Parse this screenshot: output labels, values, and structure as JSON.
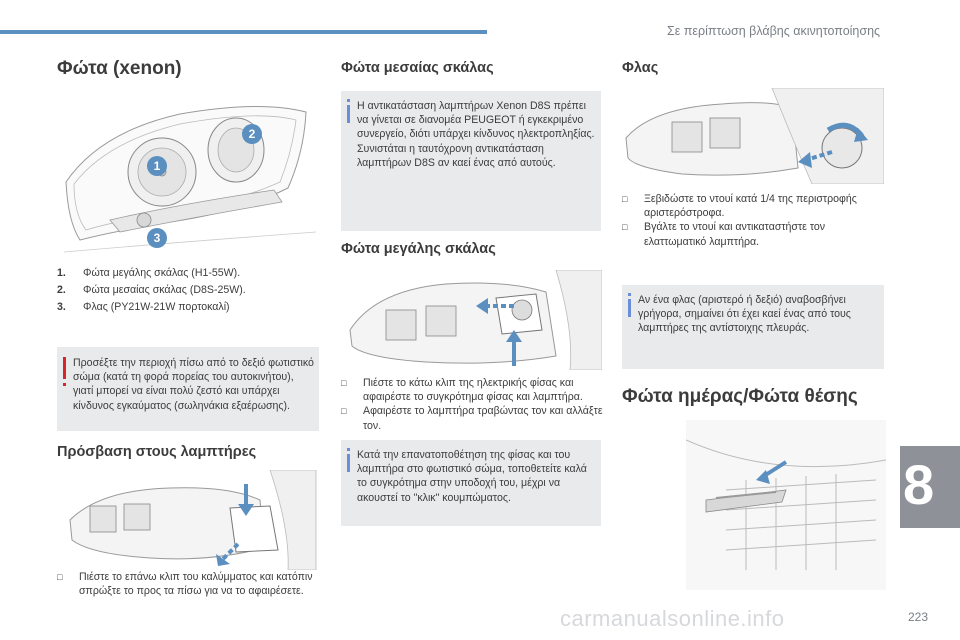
{
  "header": {
    "title": "Σε περίπτωση βλάβης ακινητοποίησης"
  },
  "col1": {
    "title": "Φώτα (xenon)",
    "list": [
      {
        "num": "1.",
        "text": "Φώτα μεγάλης σκάλας (H1-55W)."
      },
      {
        "num": "2.",
        "text": "Φώτα μεσαίας σκάλας (D8S-25W)."
      },
      {
        "num": "3.",
        "text": "Φλας (PY21W-21W πορτοκαλί)"
      }
    ],
    "warning": "Προσέξτε την περιοχή πίσω από το δεξιό φωτιστικό σώμα (κατά τη φορά πορείας του αυτοκινήτου), γιατί μπορεί να είναι πολύ ζεστό και υπάρχει κίνδυνος εγκαύματος (σωληνάκια εξαέρωσης).",
    "access_title": "Πρόσβαση στους λαμπτήρες",
    "access_step": "Πιέστε το επάνω κλιπ του καλύμματος και κατόπιν σπρώξτε το προς τα πίσω για να το αφαιρέσετε."
  },
  "col2": {
    "low_title": "Φώτα μεσαίας σκάλας",
    "low_info": "Η αντικατάσταση λαμπτήρων Xenon D8S πρέπει να γίνεται σε διανομέα PEUGEOT ή εγκεκριμένο συνεργείο, διότι υπάρχει κίνδυνος ηλεκτροπληξίας.\nΣυνιστάται η ταυτόχρονη αντικατάσταση λαμπτήρων D8S αν καεί ένας από αυτούς.",
    "high_title": "Φώτα μεγάλης σκάλας",
    "high_steps": [
      "Πιέστε το κάτω κλιπ της ηλεκτρικής φίσας και αφαιρέστε το συγκρότημα φίσας και λαμπτήρα.",
      "Αφαιρέστε το λαμπτήρα τραβώντας τον και αλλάξτε τον."
    ],
    "high_info": "Κατά την επανατοποθέτηση της φίσας και του λαμπτήρα στο φωτιστικό σώμα, τοποθετείτε καλά το συγκρότημα στην υποδοχή του, μέχρι να ακουστεί το \"κλικ\" κουμπώματος."
  },
  "col3": {
    "flash_title": "Φλας",
    "flash_steps": [
      "Ξεβιδώστε το ντουί κατά 1/4 της περιστροφής αριστερόστροφα.",
      "Βγάλτε το ντουί και αντικαταστήστε τον ελαττωματικό λαμπτήρα."
    ],
    "flash_info": "Αν ένα φλας (αριστερό ή δεξιό) αναβοσβήνει γρήγορα, σημαίνει ότι έχει καεί ένας από τους λαμπτήρες της αντίστοιχης πλευράς.",
    "day_title": "Φώτα ημέρας/Φώτα θέσης"
  },
  "side": {
    "chapter": "8"
  },
  "page": {
    "number": "223"
  },
  "watermark": "carmanualsonline.info",
  "colors": {
    "accent": "#5b8fc0",
    "warning": "#d9252a",
    "info": "#6b8fd6",
    "box": "#e9eaeb"
  },
  "icons": [
    "bullet-icon",
    "warning-icon",
    "info-icon",
    "arrow-icon"
  ]
}
